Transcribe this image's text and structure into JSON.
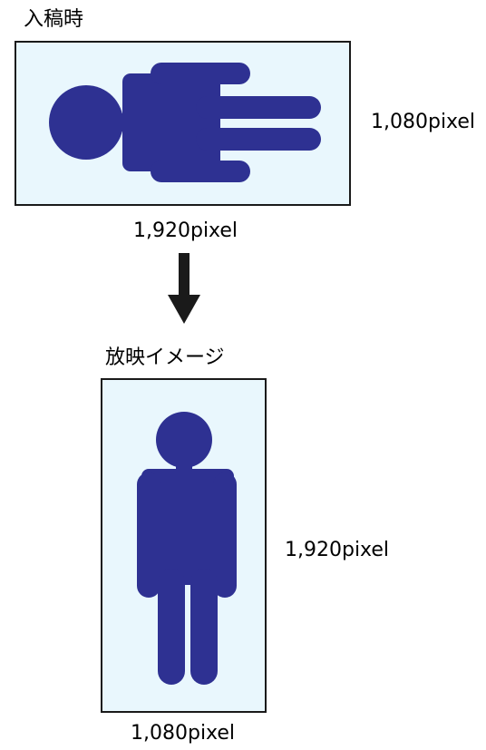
{
  "upload": {
    "title": "入稿時",
    "height_label": "1,080pixel",
    "width_label": "1,920pixel"
  },
  "projection": {
    "title": "放映イメージ",
    "height_label": "1,920pixel",
    "width_label": "1,080pixel"
  },
  "colors": {
    "figure": "#2e3192",
    "frame_fill": "#e9f7fd",
    "frame_border": "#1a1a1a"
  },
  "icons": {
    "figure": "person-icon",
    "arrow": "arrow-down-icon"
  }
}
